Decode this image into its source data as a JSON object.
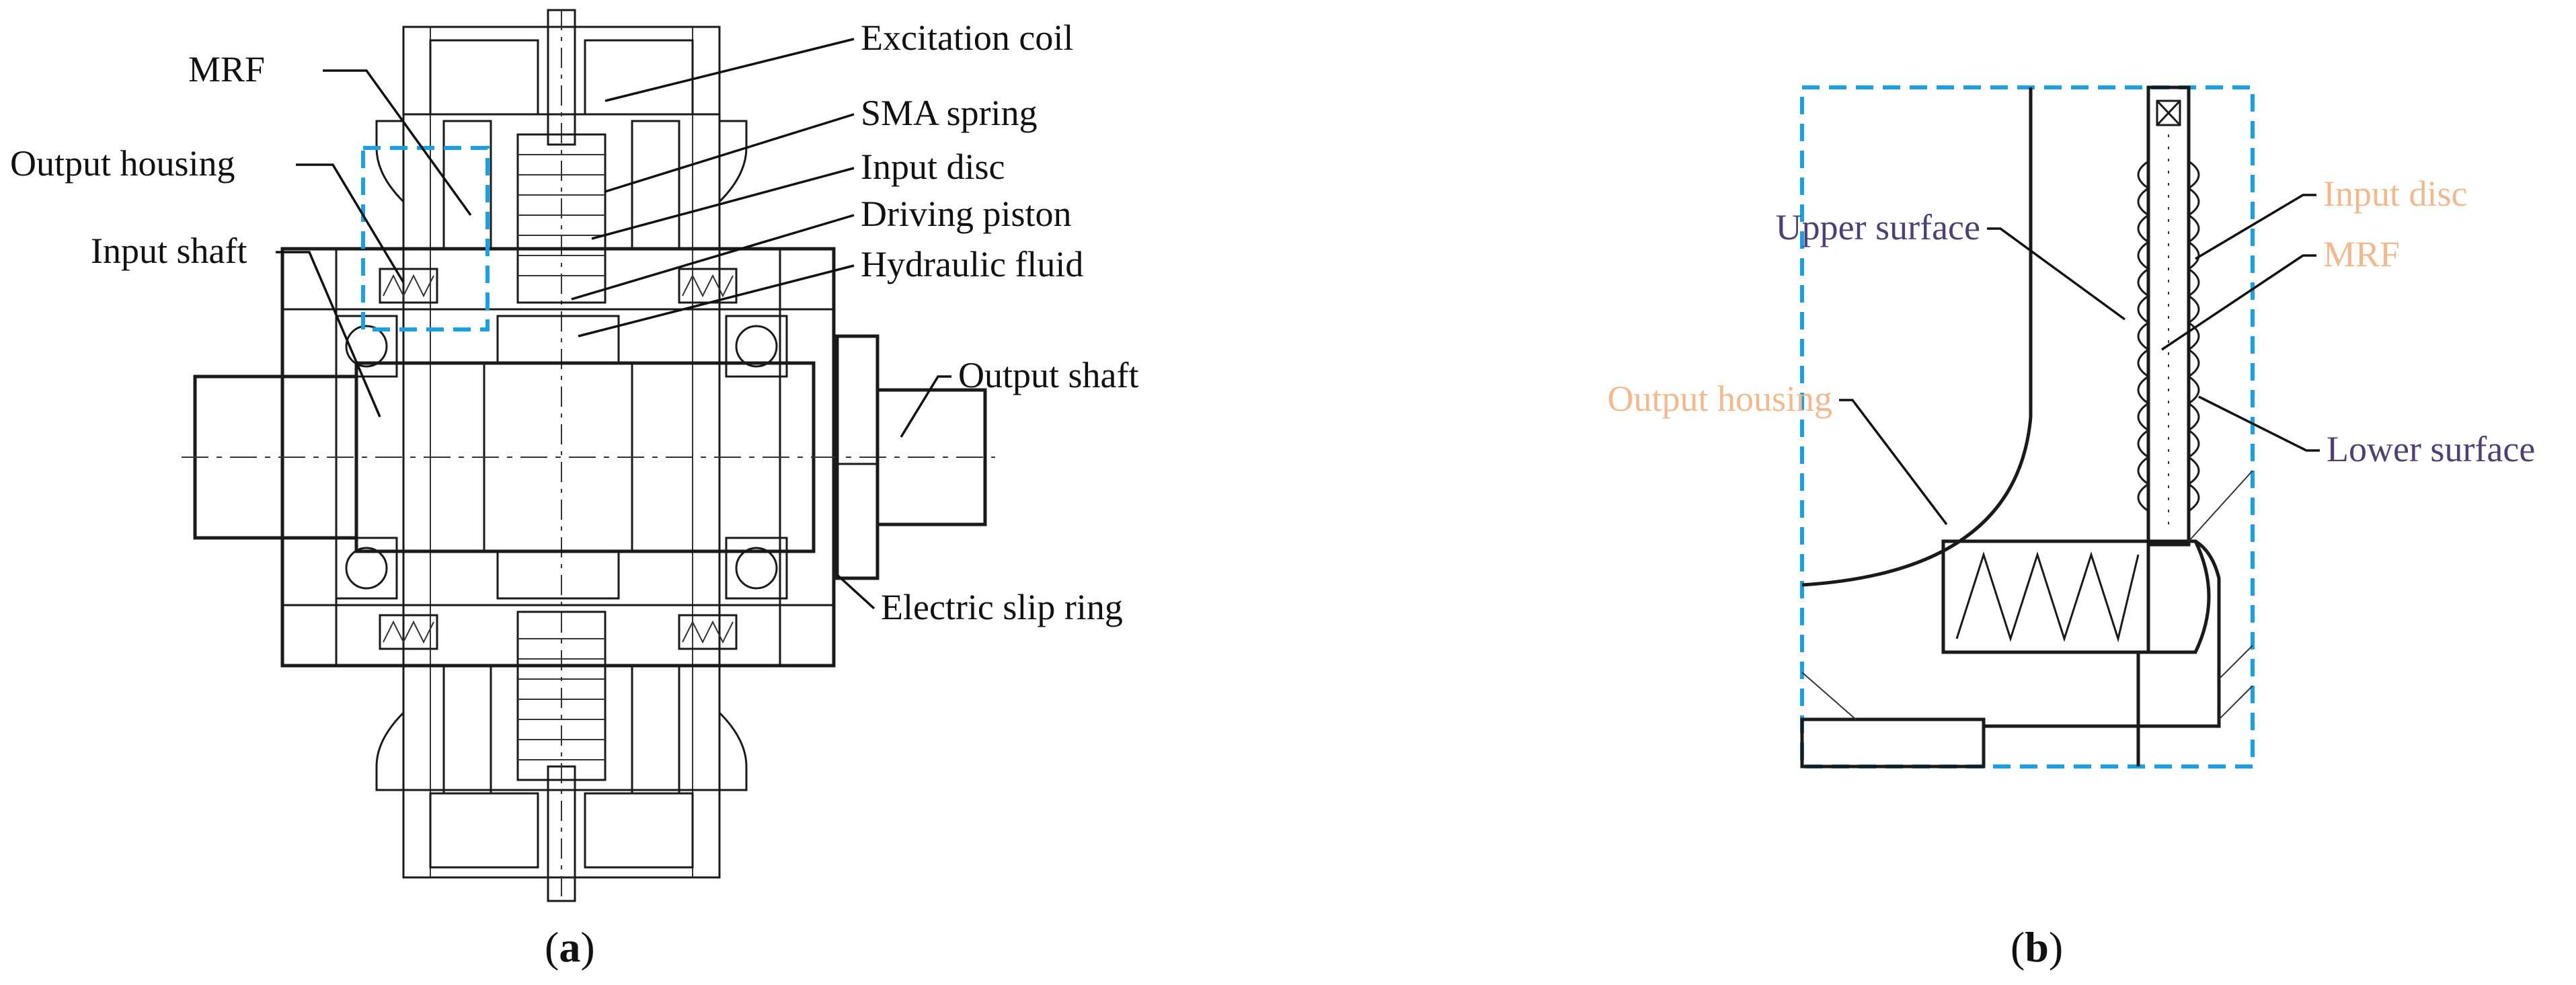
{
  "panel_a": {
    "labels": {
      "excitation_coil": "Excitation coil",
      "sma_spring": "SMA spring",
      "input_disc": "Input disc",
      "driving_piston": "Driving piston",
      "hydraulic_fluid": "Hydraulic fluid",
      "output_shaft": "Output shaft",
      "electric_slip_ring": "Electric slip ring",
      "mrf": "MRF",
      "output_housing": "Output housing",
      "input_shaft": "Input shaft"
    },
    "caption_open": "(",
    "caption_letter": "a",
    "caption_close": ")"
  },
  "panel_b": {
    "labels": {
      "upper_surface": "Upper surface",
      "lower_surface": "Lower surface",
      "input_disc": "Input disc",
      "mrf": "MRF",
      "output_housing": "Output housing"
    },
    "caption_open": "(",
    "caption_letter": "b",
    "caption_close": ")"
  },
  "colors": {
    "line": "#1a1a1a",
    "detail_box": "#1ba1e2",
    "purple_label": "#4e3f75",
    "peach_label": "#f2b98e"
  }
}
